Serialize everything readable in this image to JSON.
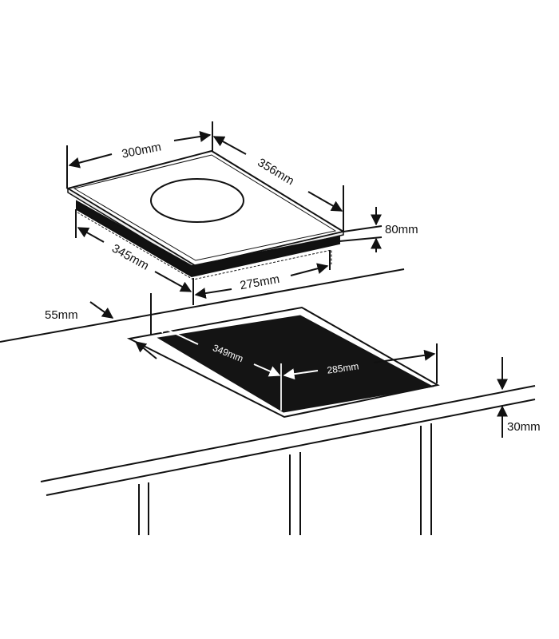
{
  "colors": {
    "line": "#111111",
    "cutout_fill": "#141414",
    "background": "#ffffff",
    "label_light": "#ffffff",
    "label_dark": "#111111"
  },
  "hob": {
    "width_label": "300mm",
    "depth_label": "356mm",
    "height_label": "80mm",
    "body_depth_label": "345mm",
    "body_width_label": "275mm"
  },
  "cutout": {
    "depth_label": "349mm",
    "width_label": "285mm",
    "front_margin_label": "55mm",
    "worktop_thickness_label": "30mm"
  }
}
